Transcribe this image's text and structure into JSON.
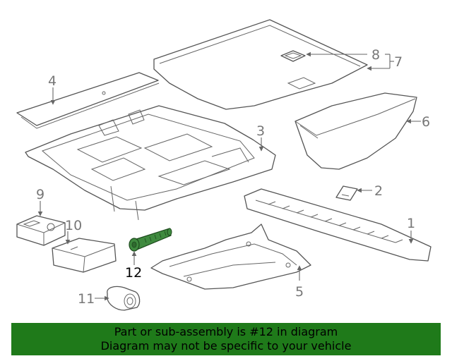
{
  "callouts": {
    "c1": "1",
    "c2": "2",
    "c3": "3",
    "c4": "4",
    "c5": "5",
    "c6": "6",
    "c7": "7",
    "c8": "8",
    "c9": "9",
    "c10": "10",
    "c11": "11",
    "c12": "12"
  },
  "highlight_part": "12",
  "colors": {
    "highlight_part": "#3f8a3f",
    "banner_background": "#1f7a1a",
    "line_art": "#555555",
    "callout_text": "#777777"
  },
  "banner": {
    "line1": "Part or sub-assembly is #12 in diagram",
    "line2": "Diagram may not be specific to your vehicle"
  }
}
